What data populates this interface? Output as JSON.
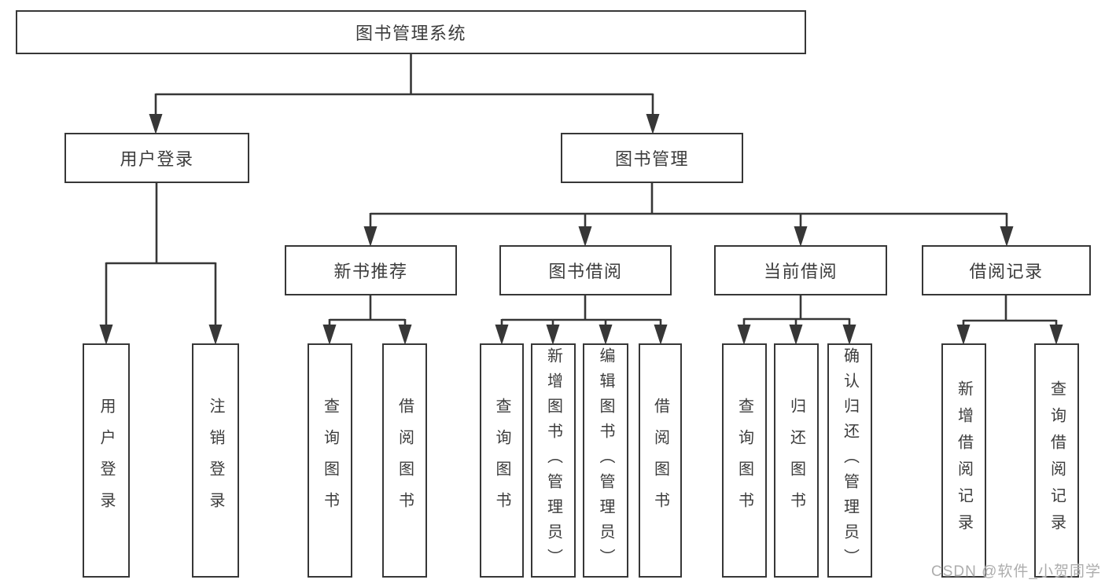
{
  "diagram": {
    "root": {
      "label": "图书管理系统"
    },
    "level2": [
      {
        "label": "用户登录"
      },
      {
        "label": "图书管理"
      }
    ],
    "level3": [
      {
        "label": "新书推荐"
      },
      {
        "label": "图书借阅"
      },
      {
        "label": "当前借阅"
      },
      {
        "label": "借阅记录"
      }
    ],
    "leaves": [
      {
        "label": "用户登录"
      },
      {
        "label": "注销登录"
      },
      {
        "label": "查询图书"
      },
      {
        "label": "借阅图书"
      },
      {
        "label": "查询图书"
      },
      {
        "label": "新增图书（管理员）"
      },
      {
        "label": "编辑图书（管理员）"
      },
      {
        "label": "借阅图书"
      },
      {
        "label": "查询图书"
      },
      {
        "label": "归还图书"
      },
      {
        "label": "确认归还（管理员）"
      },
      {
        "label": "新增借阅记录"
      },
      {
        "label": "查询借阅记录"
      }
    ]
  },
  "watermark": {
    "text": "CSDN @软件_小贺同学"
  },
  "colors": {
    "line": "#373737",
    "text": "#3c3c3c",
    "watermark": "#adadad",
    "background": "#ffffff"
  }
}
